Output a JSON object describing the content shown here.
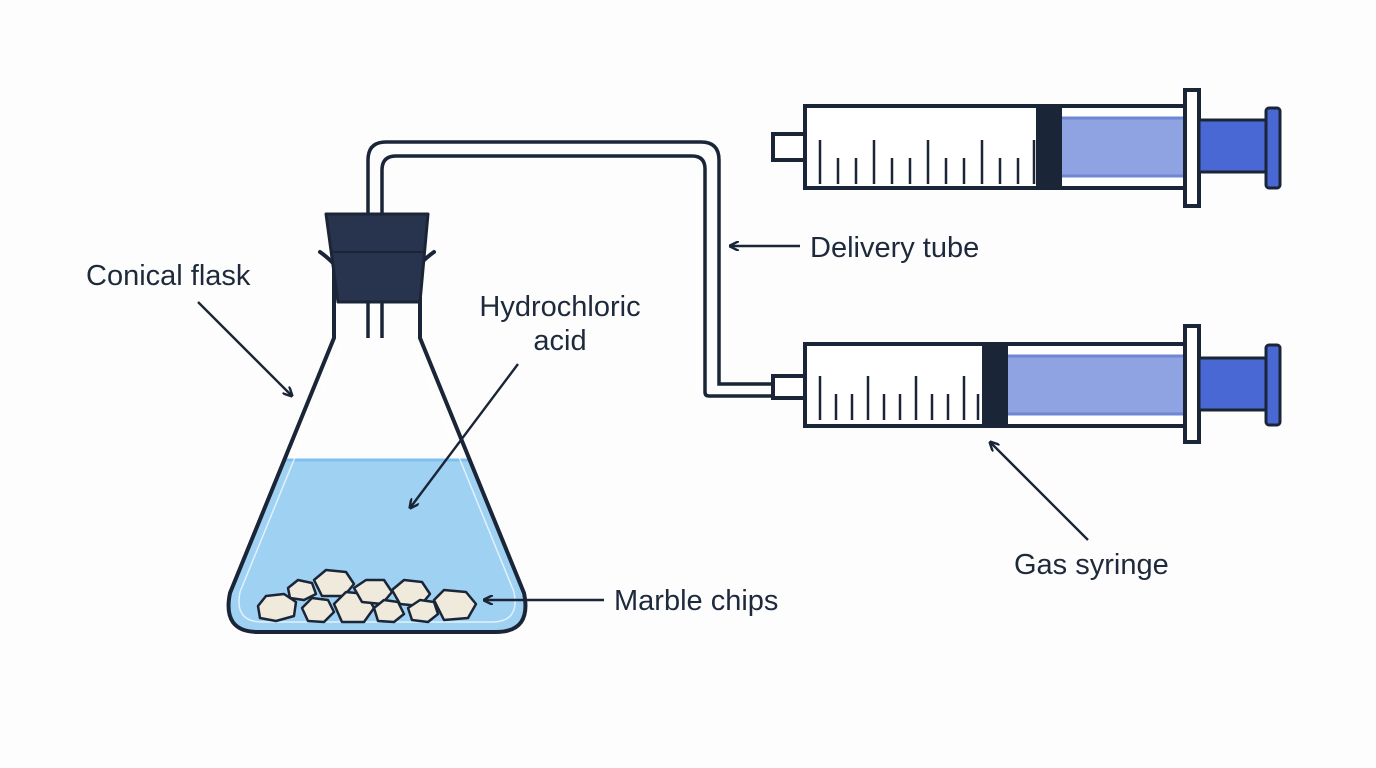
{
  "labels": {
    "conical_flask": "Conical flask",
    "hydrochloric_acid_line1": "Hydrochloric",
    "hydrochloric_acid_line2": "acid",
    "marble_chips": "Marble chips",
    "delivery_tube": "Delivery tube",
    "gas_syringe": "Gas syringe"
  },
  "colors": {
    "outline": "#1b2538",
    "acid": "#9fd1f3",
    "acid_surface": "#7fc0ee",
    "stopper": "#28344d",
    "gas": "#8fa3e2",
    "plunger": "#4a68d3",
    "chips": "#efeadb",
    "background": "#fdfdfd"
  },
  "syringes": [
    {
      "name": "top-syringe",
      "plunger_fraction": 0.4
    },
    {
      "name": "bottom-syringe",
      "plunger_fraction": 0.48
    }
  ]
}
